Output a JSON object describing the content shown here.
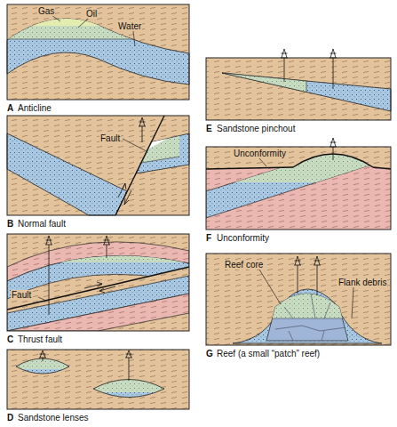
{
  "diagram": {
    "labels": [
      "Gas",
      "Oil",
      "Water",
      "A",
      "Anticline",
      "Fault",
      "B",
      "Normal fault",
      "Fault",
      "C",
      "Thrust fault",
      "D",
      "Sandstone lenses",
      "E",
      "Sandstone pinchout",
      "Unconformity",
      "F",
      "Unconformity",
      "Reef core",
      "Flank debris",
      "G",
      "Reef (a small “patch” reef)"
    ]
  }
}
